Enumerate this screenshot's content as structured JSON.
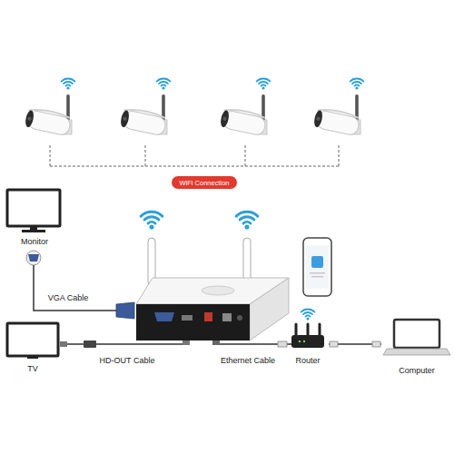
{
  "diagram": {
    "nodes": [
      {
        "text": [
          "WiFi Connection"
        ]
      },
      {
        "text": [
          "Monitor"
        ]
      },
      {
        "text": [
          "TV"
        ]
      },
      {
        "text": [
          "Router"
        ]
      },
      {
        "text": [
          "Computer"
        ]
      }
    ],
    "edges": [
      {
        "from": 3,
        "to": 4,
        "arrow": "none"
      }
    ],
    "labels": [
      "VGA Cable",
      "HD-OUT Cable",
      "Ethernet Cable"
    ]
  }
}
